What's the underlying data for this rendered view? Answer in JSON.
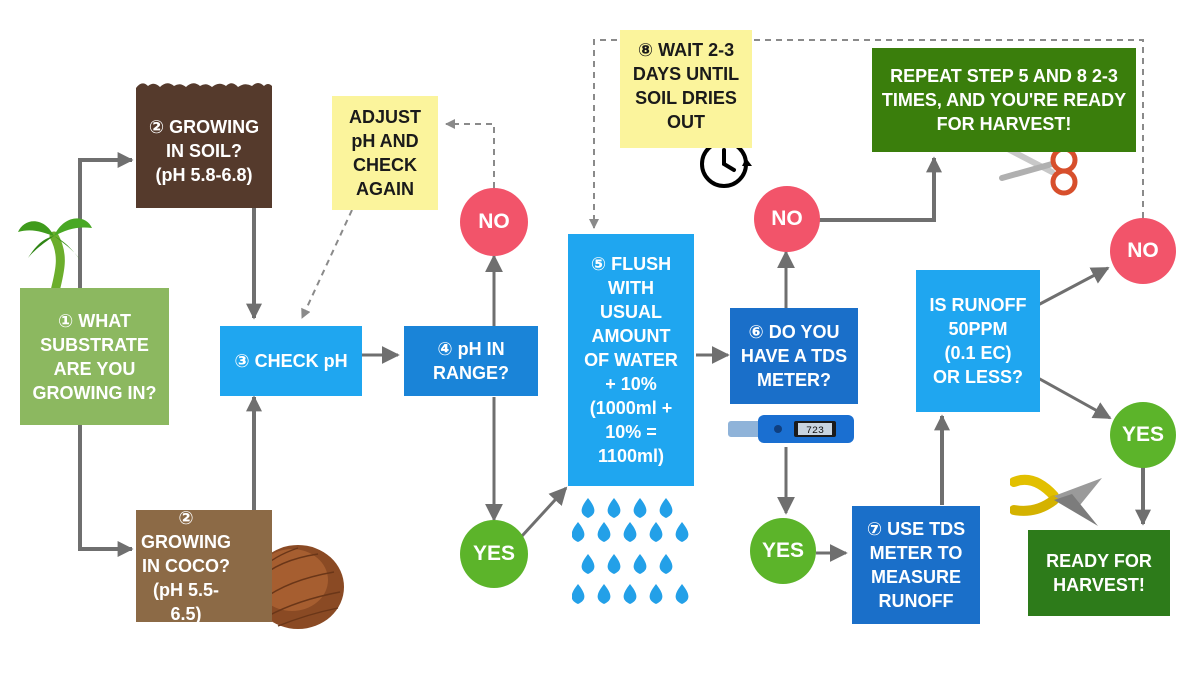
{
  "colors": {
    "green_start": "#8cb860",
    "soil_brown": "#553a2c",
    "coco_brown": "#8c6a46",
    "light_blue": "#1fa6f0",
    "mid_blue": "#1a84d8",
    "dark_blue": "#1a6fc9",
    "note_yellow": "#fbf49c",
    "repeat_green": "#3a7e0c",
    "ready_green": "#2d7b1a",
    "no_red": "#f2546a",
    "yes_green": "#5cb42a",
    "arrow_gray": "#6f6f6f",
    "water_drop": "#23a0e8"
  },
  "nodes": {
    "start": "① WHAT\nSUBSTRATE\nARE YOU\nGROWING IN?",
    "soil": "② GROWING\nIN SOIL?\n(pH 5.8-6.8)",
    "coco": "② GROWING\nIN COCO?\n(pH 5.5-6.5)",
    "check_ph": "③ CHECK pH",
    "adjust": "ADJUST\npH AND\nCHECK\nAGAIN",
    "ph_range": "④ pH IN\nRANGE?",
    "no_1": "NO",
    "yes_1": "YES",
    "flush": "⑤ FLUSH\nWITH\nUSUAL\nAMOUNT\nOF WATER\n+ 10%\n(1000ml +\n10% =\n1100ml)",
    "wait": "⑧ WAIT 2-3\nDAYS UNTIL\nSOIL DRIES\nOUT",
    "tds_q": "⑥ DO YOU\nHAVE A TDS\nMETER?",
    "no_2": "NO",
    "yes_2": "YES",
    "repeat": "REPEAT STEP 5 AND 8 2-3\nTIMES, AND YOU'RE READY\nFOR HARVEST!",
    "use_tds": "⑦ USE TDS\nMETER TO\nMEASURE\nRUNOFF",
    "runoff": "IS RUNOFF\n50PPM\n(0.1 EC)\nOR LESS?",
    "no_3": "NO",
    "yes_3": "YES",
    "ready": "READY FOR\nHARVEST!",
    "tds_display": "723"
  },
  "icons": [
    "palm-sprout-icon",
    "soil-texture-icon",
    "coconut-icon",
    "clock-icon",
    "scissors-icon",
    "tds-meter-icon",
    "water-drops-icon",
    "pruning-shears-icon"
  ]
}
